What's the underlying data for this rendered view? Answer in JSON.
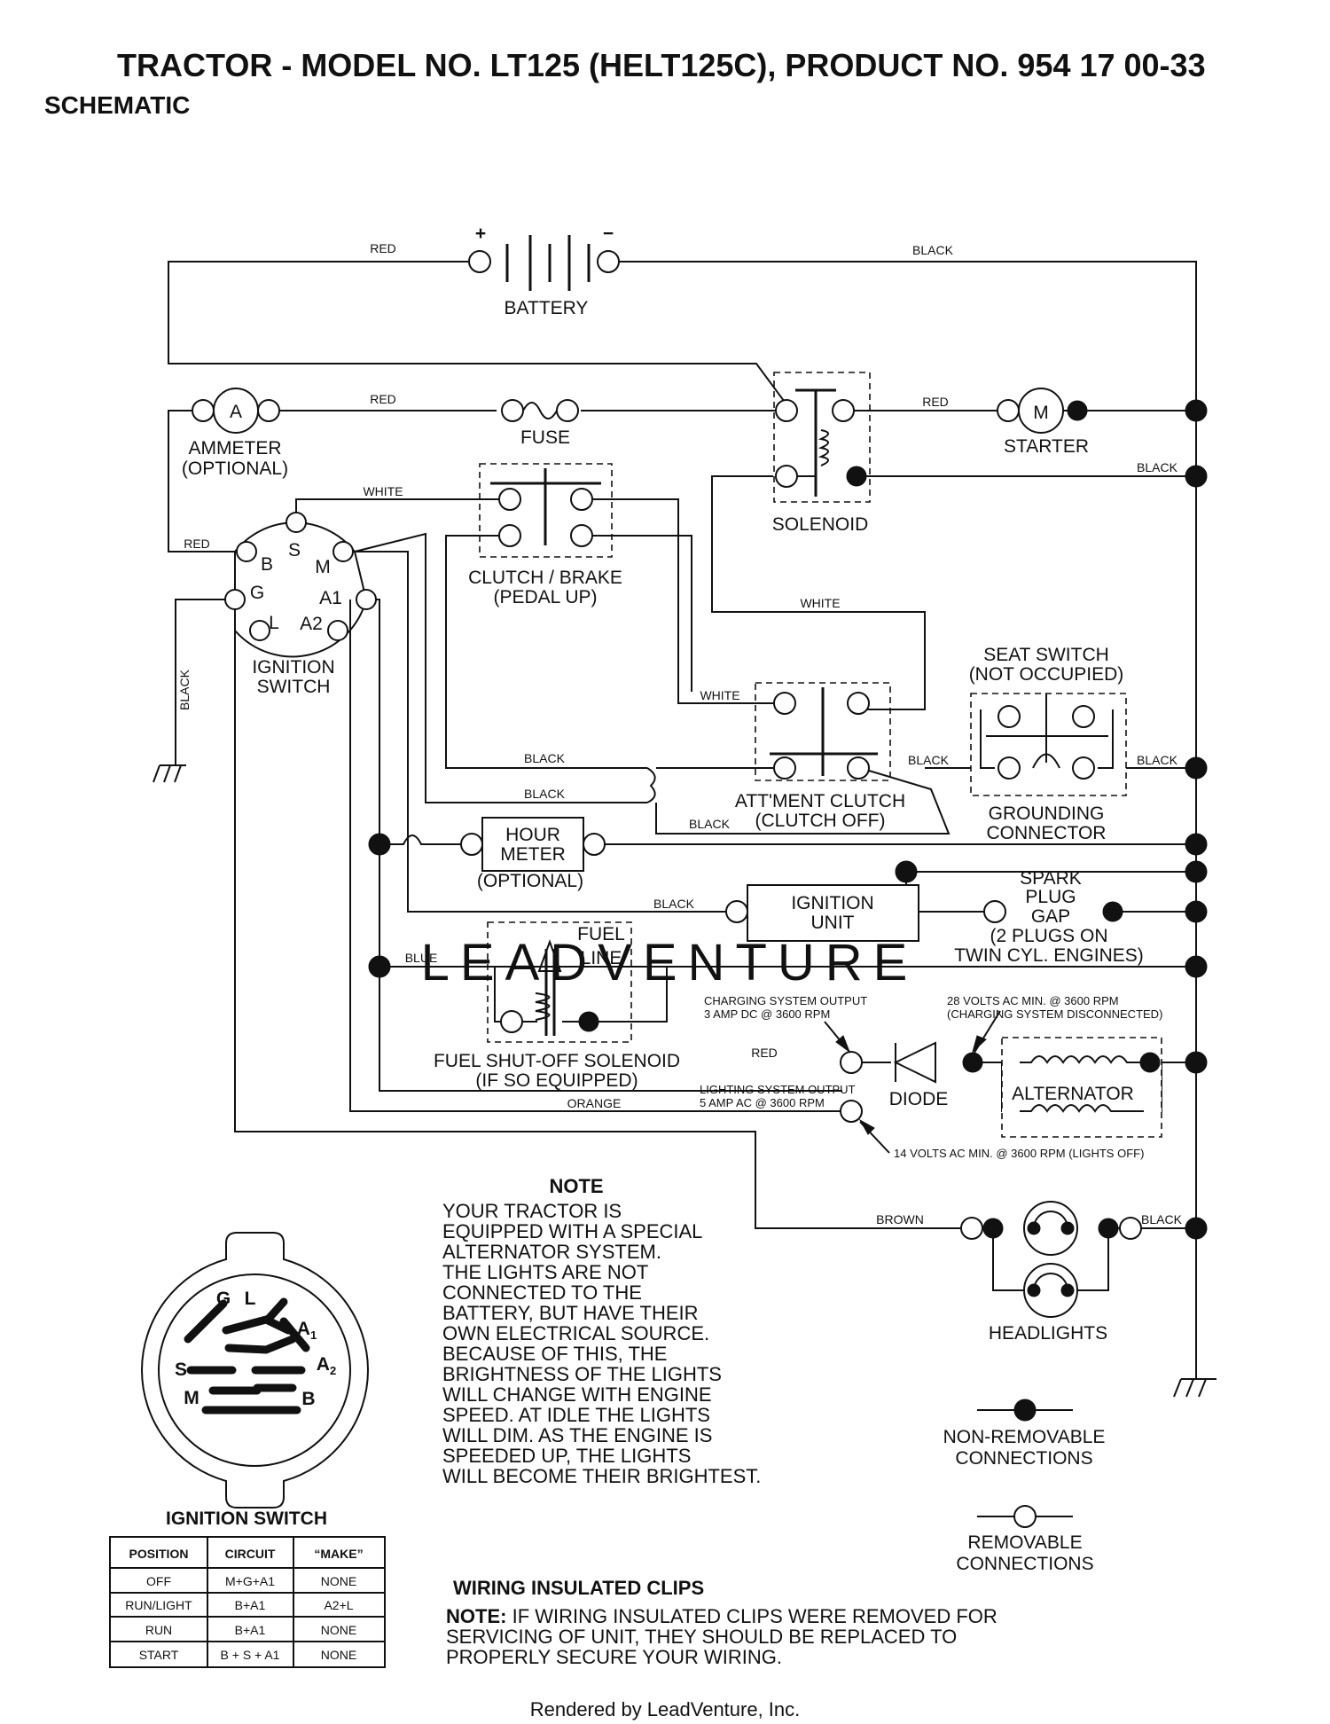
{
  "header": {
    "title": "TRACTOR - MODEL NO. LT125 (HELT125C), PRODUCT NO. 954 17 00-33",
    "subtitle": "SCHEMATIC"
  },
  "components": {
    "battery": "BATTERY",
    "battery_plus": "+",
    "battery_minus": "−",
    "ammeter_symbol": "A",
    "ammeter_1": "AMMETER",
    "ammeter_2": "(OPTIONAL)",
    "fuse": "FUSE",
    "solenoid": "SOLENOID",
    "starter_symbol": "M",
    "starter": "STARTER",
    "clutch_brake_1": "CLUTCH / BRAKE",
    "clutch_brake_2": "(PEDAL UP)",
    "ignition_switch_1": "IGNITION",
    "ignition_switch_2": "SWITCH",
    "term_s": "S",
    "term_b": "B",
    "term_m": "M",
    "term_g": "G",
    "term_a1": "A1",
    "term_l": "L",
    "term_a2": "A2",
    "seat_switch_1": "SEAT SWITCH",
    "seat_switch_2": "(NOT OCCUPIED)",
    "grounding_1": "GROUNDING",
    "grounding_2": "CONNECTOR",
    "attment_clutch_1": "ATT'MENT CLUTCH",
    "attment_clutch_2": "(CLUTCH OFF)",
    "hour_meter_1": "HOUR",
    "hour_meter_2": "METER",
    "hour_meter_3": "(OPTIONAL)",
    "ignition_unit_1": "IGNITION",
    "ignition_unit_2": "UNIT",
    "spark_1": "SPARK",
    "spark_2": "PLUG",
    "spark_3": "GAP",
    "spark_4": "(2 PLUGS ON",
    "spark_5": "TWIN CYL. ENGINES)",
    "fuel_line_1": "FUEL",
    "fuel_line_2": "LINE",
    "fuel_solenoid_1": "FUEL SHUT-OFF SOLENOID",
    "fuel_solenoid_2": "(IF SO EQUIPPED)",
    "diode": "DIODE",
    "alternator": "ALTERNATOR",
    "headlights": "HEADLIGHTS"
  },
  "wires": {
    "red": "RED",
    "black": "BLACK",
    "white": "WHITE",
    "blue": "BLUE",
    "orange": "ORANGE",
    "brown": "BROWN"
  },
  "specs": {
    "charging_1": "CHARGING SYSTEM OUTPUT",
    "charging_2": "3 AMP DC @ 3600 RPM",
    "volts28_1": "28 VOLTS AC MIN. @ 3600 RPM",
    "volts28_2": "(CHARGING SYSTEM DISCONNECTED)",
    "lighting_1": "LIGHTING SYSTEM OUTPUT",
    "lighting_2": "5 AMP AC @ 3600 RPM",
    "volts14": "14 VOLTS AC MIN. @ 3600 RPM (LIGHTS OFF)"
  },
  "note": {
    "title": "NOTE",
    "lines": [
      "YOUR TRACTOR IS",
      "EQUIPPED WITH A SPECIAL",
      "ALTERNATOR SYSTEM.",
      "THE LIGHTS ARE NOT",
      "CONNECTED TO THE",
      "BATTERY, BUT HAVE THEIR",
      "OWN ELECTRICAL SOURCE.",
      "BECAUSE OF THIS, THE",
      "BRIGHTNESS OF THE LIGHTS",
      "WILL CHANGE WITH ENGINE",
      "SPEED.  AT IDLE THE LIGHTS",
      "WILL DIM.  AS THE ENGINE IS",
      "SPEEDED UP, THE LIGHTS",
      "WILL BECOME THEIR BRIGHTEST."
    ]
  },
  "legend": {
    "nonremovable_1": "NON-REMOVABLE",
    "nonremovable_2": "CONNECTIONS",
    "removable_1": "REMOVABLE",
    "removable_2": "CONNECTIONS"
  },
  "switch_face": {
    "g": "G",
    "l": "L",
    "a": "A",
    "a1_sub": "1",
    "a2_sub": "2",
    "s": "S",
    "m": "M",
    "b": "B"
  },
  "ignition_table": {
    "title": "IGNITION SWITCH",
    "headers": [
      "POSITION",
      "CIRCUIT",
      "“MAKE”"
    ],
    "rows": [
      [
        "OFF",
        "M+G+A1",
        "NONE"
      ],
      [
        "RUN/LIGHT",
        "B+A1",
        "A2+L"
      ],
      [
        "RUN",
        "B+A1",
        "NONE"
      ],
      [
        "START",
        "B + S + A1",
        "NONE"
      ]
    ]
  },
  "clips": {
    "title": "WIRING INSULATED CLIPS",
    "note_label": "NOTE:",
    "line1": "IF WIRING INSULATED CLIPS WERE REMOVED FOR",
    "line2": "SERVICING OF UNIT, THEY SHOULD BE REPLACED TO",
    "line3": "PROPERLY SECURE YOUR WIRING."
  },
  "watermark": "LEADVENTURE",
  "footer": "Rendered by LeadVenture, Inc."
}
